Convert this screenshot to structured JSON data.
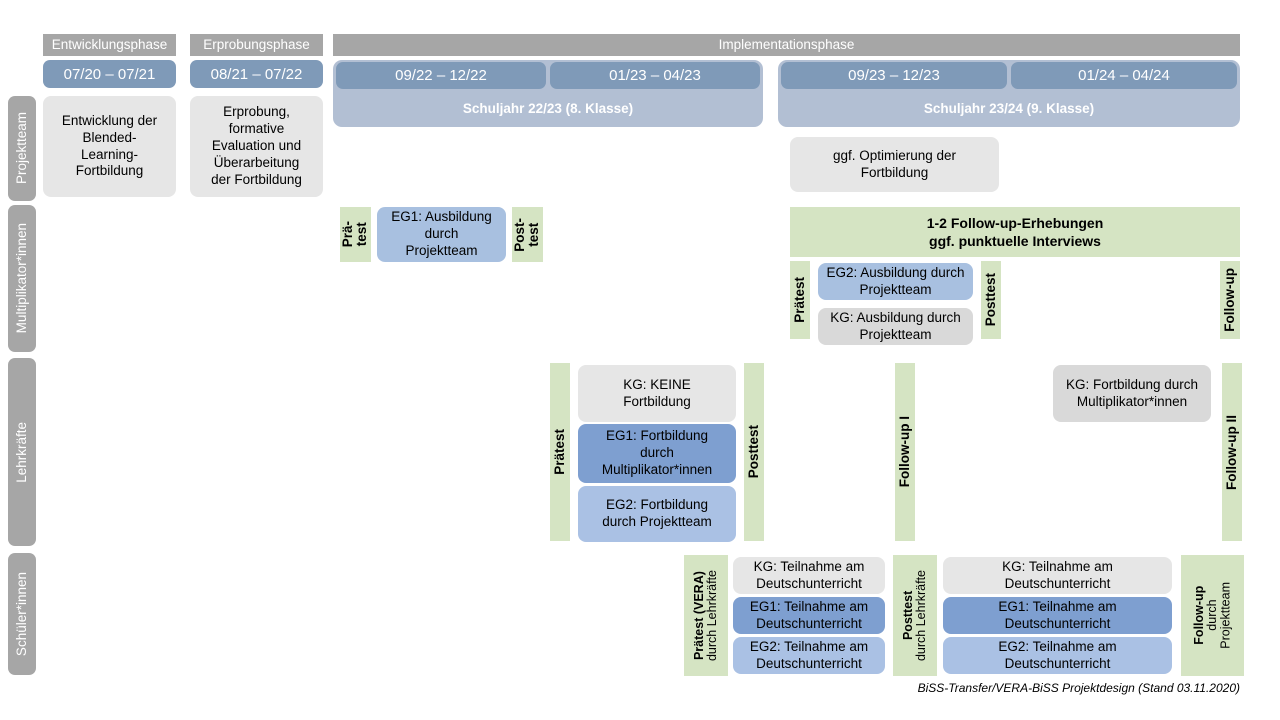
{
  "document": {
    "title": "BiSS-Transfer/VERA-BiSS Projektdesign",
    "footer_note": "BiSS-Transfer/VERA-BiSS Projektdesign (Stand 03.11.2020)"
  },
  "colors": {
    "phase_header": "#a6a6a6",
    "date_band": "#7f9ab8",
    "schuljahr": "#b2bfd3",
    "sidebar": "#a6a6a6",
    "card_grey_light": "#e6e6e6",
    "card_grey": "#d9d9d9",
    "card_blue_medium": "#a8c0e0",
    "card_blue_dark": "#7e9fd0",
    "card_blue_light": "#aac1e4",
    "green": "#d5e4c3"
  },
  "phases": [
    {
      "name": "Entwicklungsphase"
    },
    {
      "name": "Erprobungsphase"
    },
    {
      "name": "Implementationsphase"
    }
  ],
  "timeline": {
    "periods": [
      {
        "label": "07/20 – 07/21"
      },
      {
        "label": "08/21 – 07/22"
      },
      {
        "label": "09/22 – 12/22"
      },
      {
        "label": "01/23 – 04/23"
      },
      {
        "label": "09/23 – 12/23"
      },
      {
        "label": "01/24 – 04/24"
      }
    ],
    "school_years": [
      {
        "label": "Schuljahr 22/23 (8. Klasse)"
      },
      {
        "label": "Schuljahr 23/24 (9. Klasse)"
      }
    ]
  },
  "sidebar": {
    "items": [
      {
        "label": "Projektteam"
      },
      {
        "label": "Multiplikator*innen"
      },
      {
        "label": "Lehrkräfte"
      },
      {
        "label": "Schüler*innen"
      }
    ]
  },
  "rows": {
    "projektteam": {
      "development_card": "Entwicklung der Blended-Learning-Fortbildung",
      "development_card_lines": [
        "Entwicklung der",
        "Blended-",
        "Learning-",
        "Fortbildung"
      ],
      "trial_card_lines": [
        "Erprobung,",
        "formative",
        "Evaluation und",
        "Überarbeitung",
        "der Fortbildung"
      ],
      "optimization_card_lines": [
        "ggf. Optimierung der",
        "Fortbildung"
      ]
    },
    "multiplikatoren": {
      "pretest_early_lines": [
        "Prä-",
        "test"
      ],
      "posttest_early_lines": [
        "Post-",
        "test"
      ],
      "eg1_card_lines": [
        "EG1: Ausbildung",
        "durch",
        "Projektteam"
      ],
      "followup_banner_lines": [
        "1-2 Follow-up-Erhebungen",
        "ggf. punktuelle Interviews"
      ],
      "pretest_label": "Prätest",
      "posttest_label": "Posttest",
      "followup_label": "Follow-up",
      "eg2_card_lines": [
        "EG2:  Ausbildung durch",
        "Projektteam"
      ],
      "kg_card_lines": [
        "KG: Ausbildung durch",
        "Projektteam"
      ]
    },
    "lehrkraefte": {
      "pretest_label": "Prätest",
      "posttest_label": "Posttest",
      "followup1_label": "Follow-up I",
      "followup2_label": "Follow-up II",
      "kg_card_lines": [
        "KG:  KEINE",
        "Fortbildung"
      ],
      "eg1_card_lines": [
        "EG1: Fortbildung",
        "durch",
        "Multiplikator*innen"
      ],
      "eg2_card_lines": [
        "EG2: Fortbildung",
        "durch Projektteam"
      ],
      "kg_card2_lines": [
        "KG: Fortbildung durch",
        "Multiplikator*innen"
      ]
    },
    "schuelerinnen": {
      "pretest_label_bold": "Prätest (VERA)",
      "pretest_label_sub": "durch Lehrkräfte",
      "posttest_label_bold": "Posttest",
      "posttest_label_sub": "durch Lehrkräfte",
      "followup_label_bold": "Follow-up",
      "followup_label_sub1": "durch",
      "followup_label_sub2": "Projektteam",
      "left_cards": [
        {
          "lines": [
            "KG: Teilnahme am",
            "Deutschunterricht"
          ],
          "style": "grey"
        },
        {
          "lines": [
            "EG1: Teilnahme am",
            "Deutschunterricht"
          ],
          "style": "blue-dark"
        },
        {
          "lines": [
            "EG2: Teilnahme am",
            "Deutschunterricht"
          ],
          "style": "blue-light"
        }
      ],
      "right_cards": [
        {
          "lines": [
            "KG: Teilnahme am",
            "Deutschunterricht"
          ],
          "style": "grey"
        },
        {
          "lines": [
            "EG1: Teilnahme am",
            "Deutschunterricht"
          ],
          "style": "blue-dark"
        },
        {
          "lines": [
            "EG2: Teilnahme am",
            "Deutschunterricht"
          ],
          "style": "blue-light"
        }
      ]
    }
  }
}
